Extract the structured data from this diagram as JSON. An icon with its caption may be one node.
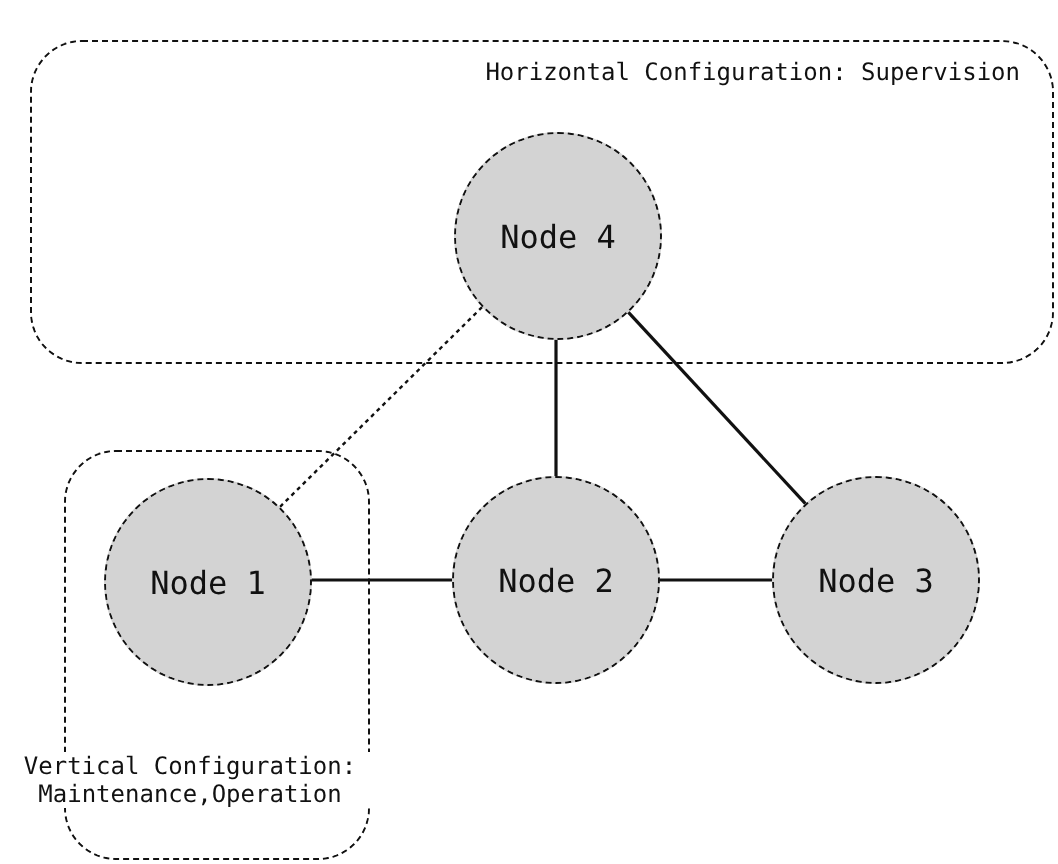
{
  "diagram": {
    "nodes": [
      {
        "text": [
          "Horizontal Configuration: Supervision"
        ]
      },
      {
        "text": [
          "Node 4"
        ],
        "in": 0
      },
      {
        "text": [
          "Vertical Configuration: Maintenance,Operation"
        ]
      },
      {
        "text": [
          "Node 1"
        ],
        "in": 2
      },
      {
        "text": [
          "Node 2"
        ]
      },
      {
        "text": [
          "Node 3"
        ]
      }
    ],
    "edges": [
      {
        "from": 1,
        "to": 3,
        "arrow": "none",
        "style": "dashed"
      },
      {
        "from": 1,
        "to": 4,
        "arrow": "none"
      },
      {
        "from": 1,
        "to": 5,
        "arrow": "none"
      },
      {
        "from": 3,
        "to": 4,
        "arrow": "none"
      },
      {
        "from": 4,
        "to": 5,
        "arrow": "none"
      }
    ]
  }
}
